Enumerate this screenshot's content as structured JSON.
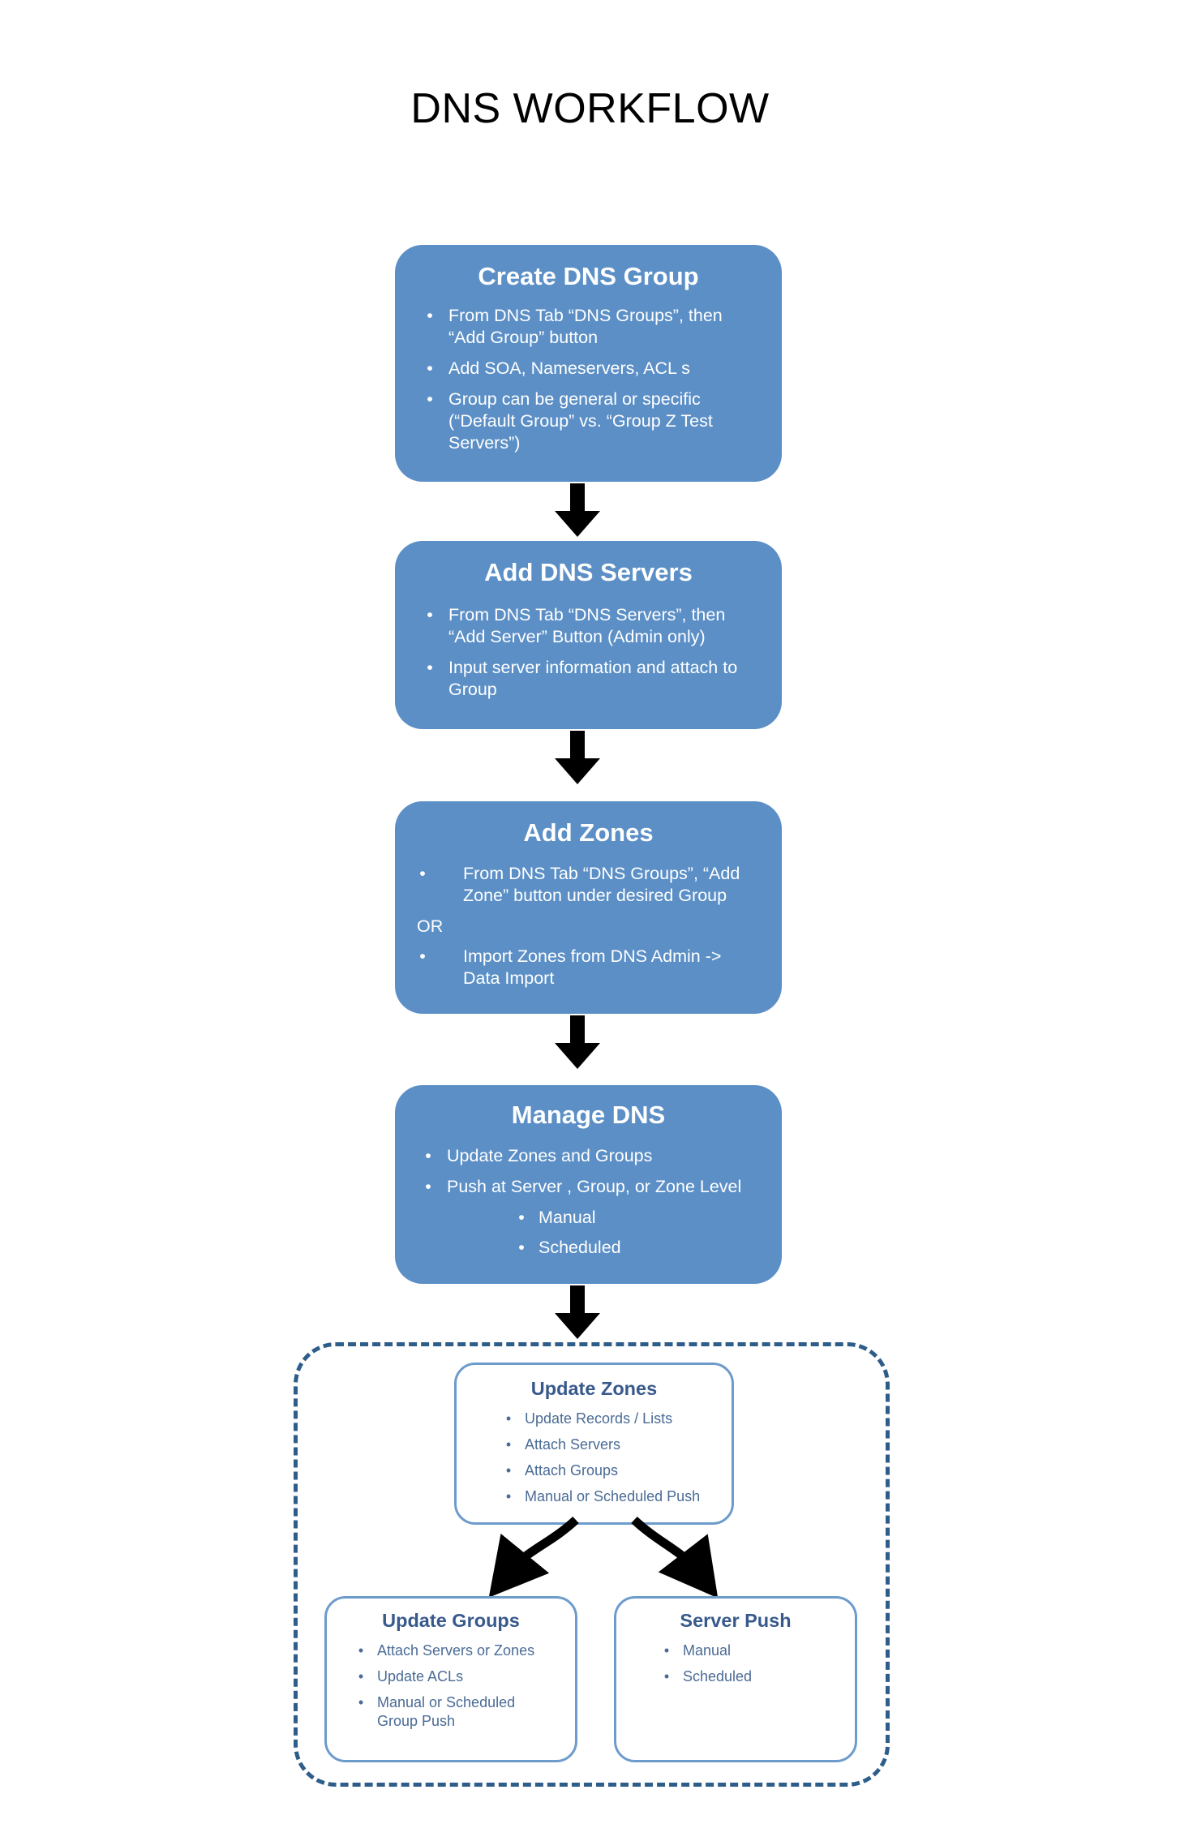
{
  "title": "DNS WORKFLOW",
  "colors": {
    "box_fill": "#5B8FC6",
    "box_text": "#FFFFFF",
    "sub_box_border": "#6D9BCB",
    "sub_box_title": "#38598C",
    "sub_box_text": "#4A6B96",
    "dashed_border": "#2E5D8A",
    "arrow": "#000000",
    "background": "#FFFFFF"
  },
  "steps": [
    {
      "id": "create-dns-group",
      "title": "Create DNS Group",
      "bullets": [
        "From DNS Tab “DNS Groups”, then “Add Group” button",
        "Add SOA, Nameservers, ACL s",
        "Group can be general or specific (“Default Group” vs. “Group Z Test Servers”)"
      ]
    },
    {
      "id": "add-dns-servers",
      "title": "Add DNS Servers",
      "bullets": [
        "From DNS Tab “DNS Servers”, then “Add Server” Button (Admin only)",
        "Input server information and attach to Group"
      ]
    },
    {
      "id": "add-zones",
      "title": "Add  Zones",
      "bullets_before": [
        "From DNS Tab “DNS Groups”, “Add Zone” button under desired Group"
      ],
      "separator": "OR",
      "bullets_after": [
        "Import Zones from DNS Admin -> Data Import"
      ]
    },
    {
      "id": "manage-dns",
      "title": "Manage DNS",
      "bullets": [
        "Update Zones and Groups",
        "Push at Server , Group, or Zone Level"
      ],
      "sub_bullets": [
        "Manual",
        "Scheduled"
      ]
    }
  ],
  "detail_group": {
    "update_zones": {
      "title": "Update Zones",
      "bullets": [
        "Update Records / Lists",
        "Attach Servers",
        "Attach Groups",
        "Manual or Scheduled Push"
      ]
    },
    "update_groups": {
      "title": "Update Groups",
      "bullets": [
        "Attach Servers or Zones",
        "Update ACLs",
        "Manual or Scheduled Group Push"
      ]
    },
    "server_push": {
      "title": "Server Push",
      "bullets": [
        "Manual",
        "Scheduled"
      ]
    }
  },
  "bullet_glyph": "•"
}
